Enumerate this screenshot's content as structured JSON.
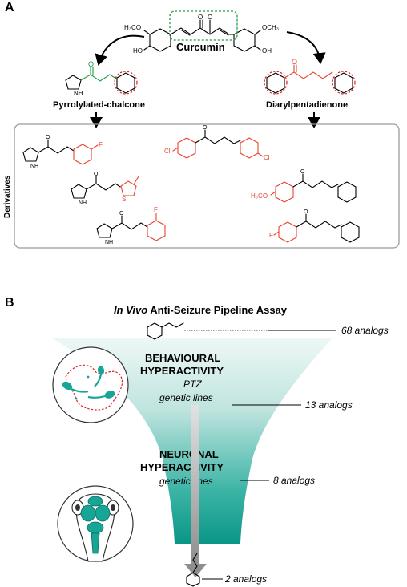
{
  "panel_a": {
    "label": "A",
    "curcumin": {
      "name": "Curcumin",
      "left_methoxy": "H₃CO",
      "left_hydroxy": "HO",
      "right_methoxy": "OCH₃",
      "right_hydroxy": "OH",
      "oxygen": "O"
    },
    "pyrrolylated": {
      "name": "Pyrrolylated-chalcone",
      "nh": "NH",
      "oxygen": "O"
    },
    "diaryl": {
      "name": "Diarylpentadienone",
      "oxygen": "O"
    },
    "derivatives_label": "Derivatives",
    "derivative_atoms": {
      "f": "F",
      "s": "S",
      "cl": "Cl",
      "nh": "NH",
      "o": "O",
      "h3co": "H₃CO"
    },
    "colors": {
      "highlight_red": "#e8442f",
      "highlight_green": "#1d9a3b"
    }
  },
  "panel_b": {
    "label": "B",
    "title_italic": "In Vivo",
    "title_rest": " Anti-Seizure Pipeline Assay",
    "stage1": {
      "line1": "BEHAVIOURAL",
      "line2": "HYPERACTIVITY",
      "sub1": "PTZ",
      "sub2": "genetic lines"
    },
    "stage2": {
      "line1": "NEURONAL",
      "line2": "HYPERACTIVITY",
      "sub1": "genetic lines"
    },
    "counts": {
      "c1": "68 analogs",
      "c2": "13 analogs",
      "c3": "8 analogs",
      "c4": "2 analogs"
    },
    "colors": {
      "funnel_top": "#e6f5f3",
      "funnel_bottom": "#0f9a8c",
      "teal": "#17a596",
      "arrow": "#9a9a9a"
    }
  }
}
